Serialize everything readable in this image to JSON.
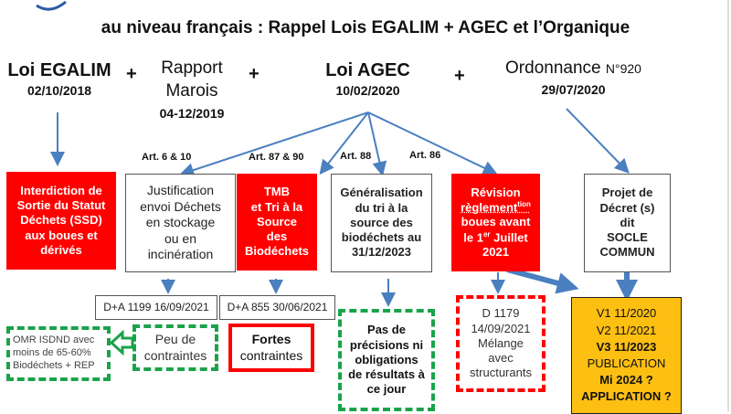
{
  "title": "au niveau français : Rappel Lois EGALIM + AGEC et l’Organique",
  "laws": {
    "egalim": {
      "name": "Loi EGALIM",
      "date": "02/10/2018"
    },
    "marois": {
      "line1": "Rapport",
      "line2": "Marois",
      "date": "04-12/2019"
    },
    "agec": {
      "name": "Loi AGEC",
      "date": "10/02/2020"
    },
    "ordonnance": {
      "name": "Ordonnance",
      "num": "N°920",
      "date": "29/07/2020"
    },
    "plus": "+"
  },
  "articles": {
    "a1": "Art. 6 & 10",
    "a2": "Art. 87 & 90",
    "a3": "Art. 88",
    "a4": "Art. 86"
  },
  "boxes": {
    "ssd": [
      "Interdiction de",
      "Sortie du Statut",
      "Déchets (SSD)",
      "aux boues et",
      "dérivés"
    ],
    "justif": [
      "Justification",
      "envoi Déchets",
      "en stockage",
      "ou en",
      "incinération"
    ],
    "tmb": [
      "TMB",
      "et Tri à la",
      "Source",
      "des",
      "Biodéchets"
    ],
    "general": [
      "Généralisation",
      "du tri à la",
      "source des",
      "biodéchets au",
      "31/12/2023"
    ],
    "revision": {
      "l1": "Révision",
      "l2a": "règlement",
      "l2b": "tion",
      "l3": "boues avant",
      "l4a": "le 1",
      "l4b": "er",
      "l4c": " Juillet",
      "l5": "2021"
    },
    "projet": [
      "Projet de",
      "Décret (s)",
      "dit",
      "SOCLE",
      "COMMUN"
    ]
  },
  "decrees": {
    "d1": "D+A 1199 16/09/2021",
    "d2": "D+A 855 30/06/2021"
  },
  "outcomes": {
    "omr": [
      "OMR ISDND avec",
      "moins de 65-60%",
      "Biodéchets + REP"
    ],
    "peu": [
      "Peu de",
      "contraintes"
    ],
    "fortes": [
      "Fortes",
      "contraintes"
    ],
    "pas": [
      "Pas de",
      "précisions ni",
      "obligations",
      "de résultats à",
      "ce jour"
    ],
    "d1179": [
      "D 1179",
      "14/09/2021",
      "Mélange",
      "avec",
      "structurants"
    ],
    "versions": [
      "V1 11/2020",
      "V2 11/2021",
      "V3 11/2023",
      "PUBLICATION",
      "Mi 2024 ?",
      "APPLICATION ?"
    ]
  },
  "colors": {
    "red": "#ff0000",
    "green": "#1aa34a",
    "arrow": "#4a7fc0",
    "yellow": "#fdbf12"
  }
}
